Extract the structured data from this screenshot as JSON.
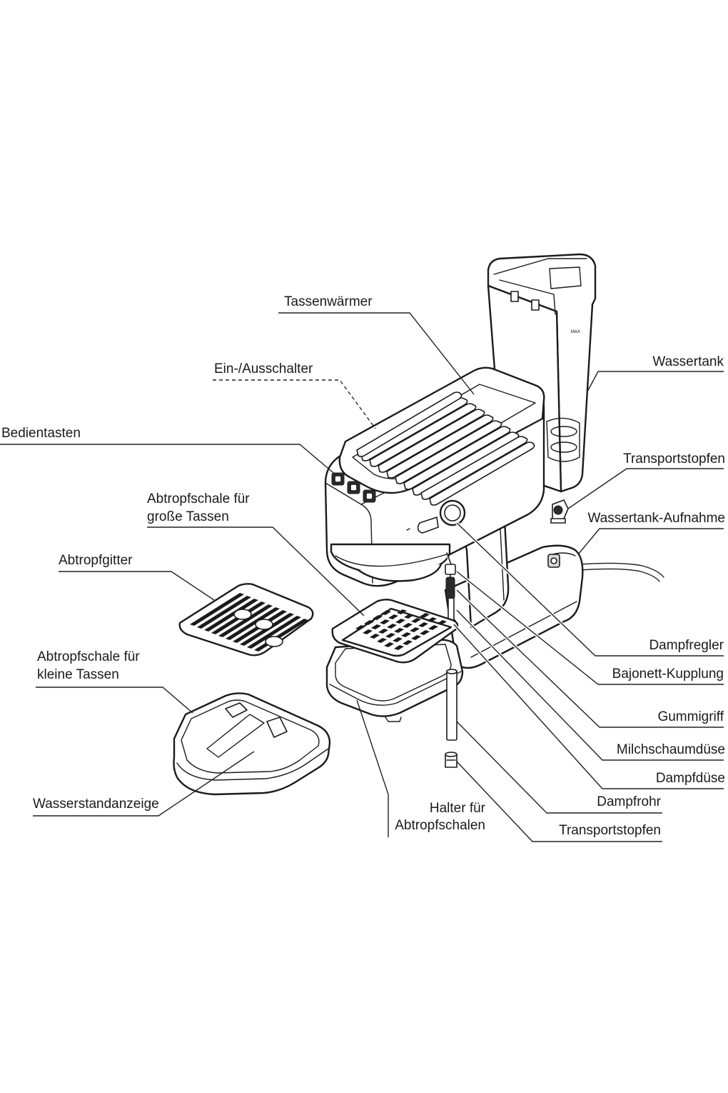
{
  "labels": {
    "tassenwaermer": "Tassenwärmer",
    "ein_ausschalter": "Ein-/Ausschalter",
    "bedientasten": "Bedientasten",
    "abtropfschale_gross_1": "Abtropfschale für",
    "abtropfschale_gross_2": "große Tassen",
    "abtropfgitter": "Abtropfgitter",
    "abtropfschale_klein_1": "Abtropfschale für",
    "abtropfschale_klein_2": "kleine Tassen",
    "wasserstandanzeige": "Wasserstandanzeige",
    "halter_1": "Halter für",
    "halter_2": "Abtropfschalen",
    "wassertank": "Wassertank",
    "transportstopfen_top": "Transportstopfen",
    "wassertank_aufnahme": "Wassertank-Aufnahme",
    "dampfregler": "Dampfregler",
    "bajonett_kupplung": "Bajonett-Kupplung",
    "gummigriff": "Gummigriff",
    "milchschaumduese": "Milchschaumdüse",
    "dampfduese": "Dampfdüse",
    "dampfrohr": "Dampfrohr",
    "transportstopfen_bottom": "Transportstopfen"
  },
  "tank_marking": "MAX"
}
